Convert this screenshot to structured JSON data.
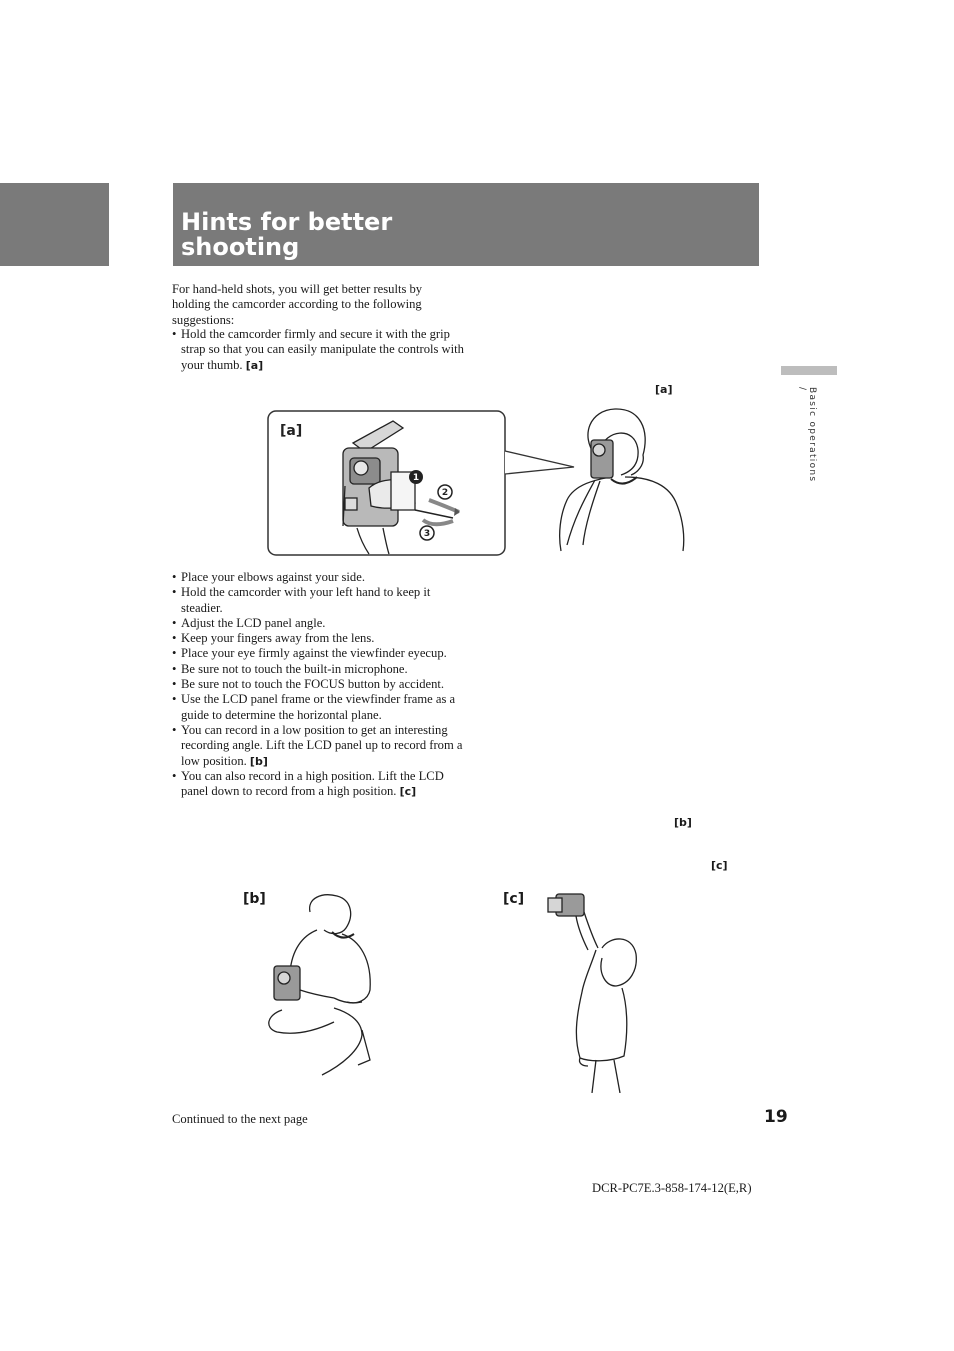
{
  "title": "Hints for better shooting",
  "side_label": "Basic operations /",
  "intro": "For hand-held shots, you will get better results by holding the camcorder according to the following suggestions:",
  "list1": [
    {
      "text": "Hold the camcorder firmly and secure it with the grip strap so that you can easily manipulate the controls with your thumb. ",
      "ref": "[a]"
    }
  ],
  "list2": [
    {
      "text": "Place your elbows against your side.",
      "ref": ""
    },
    {
      "text": "Hold the camcorder with your left hand to keep it steadier.",
      "ref": ""
    },
    {
      "text": "Adjust the LCD panel angle.",
      "ref": ""
    },
    {
      "text": "Keep your fingers away from the lens.",
      "ref": ""
    },
    {
      "text": "Place your eye firmly against the viewfinder eyecup.",
      "ref": ""
    },
    {
      "text": "Be sure not to touch the built-in microphone.",
      "ref": ""
    },
    {
      "text": "Be sure not to touch the FOCUS button by accident.",
      "ref": ""
    },
    {
      "text": "Use the LCD panel frame or the viewfinder frame as a guide to determine the horizontal plane.",
      "ref": ""
    },
    {
      "text": "You can record in a low position to get an interesting recording angle.  Lift the LCD panel up to record from a low position. ",
      "ref": "[b]"
    },
    {
      "text": "You can also record in a high position.  Lift the LCD panel down to record from a high position. ",
      "ref": "[c]"
    }
  ],
  "margin_refs": {
    "a": "[a]",
    "b": "[b]",
    "c": "[c]"
  },
  "figures": {
    "a_label": "[a]",
    "b_label": "[b]",
    "c_label": "[c]",
    "steps": [
      "1",
      "2",
      "3"
    ]
  },
  "footer": {
    "continued": "Continued to the next page",
    "page_number": "19",
    "model_code": "DCR-PC7E.3-858-174-12(E,R)"
  }
}
